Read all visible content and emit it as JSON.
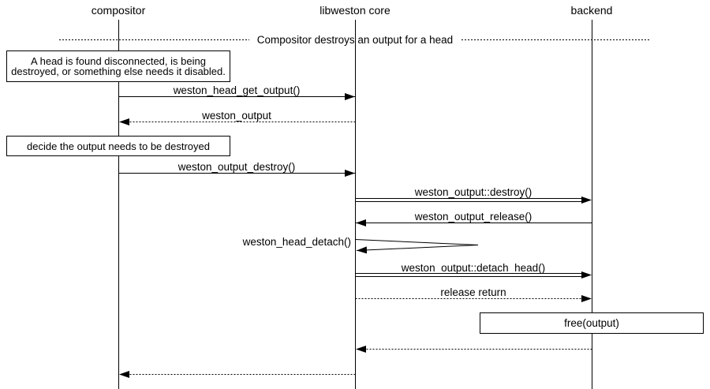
{
  "diagram": {
    "divider_label": "Compositor destroys an output for a head",
    "participants": [
      {
        "name": "compositor"
      },
      {
        "name": "libweston core"
      },
      {
        "name": "backend"
      }
    ],
    "notes": [
      {
        "text": "A head is found disconnected, is being destroyed, or something else needs it disabled."
      },
      {
        "text": "decide the output needs to be destroyed"
      }
    ],
    "messages": [
      {
        "label": "weston_head_get_output()",
        "from": "compositor",
        "to": "libweston core",
        "style": "solid"
      },
      {
        "label": "weston_output",
        "from": "libweston core",
        "to": "compositor",
        "style": "dotted"
      },
      {
        "label": "weston_output_destroy()",
        "from": "compositor",
        "to": "libweston core",
        "style": "solid"
      },
      {
        "label": "weston_output::destroy()",
        "from": "libweston core",
        "to": "backend",
        "style": "double"
      },
      {
        "label": "weston_output_release()",
        "from": "backend",
        "to": "libweston core",
        "style": "solid"
      },
      {
        "label": "weston_head_detach()",
        "from": "libweston core",
        "to": "libweston core",
        "style": "self"
      },
      {
        "label": "weston_output::detach_head()",
        "from": "libweston core",
        "to": "backend",
        "style": "double"
      },
      {
        "label": "release return",
        "from": "libweston core",
        "to": "backend",
        "style": "dotted"
      },
      {
        "label": "",
        "from": "backend",
        "to": "libweston core",
        "style": "dotted"
      },
      {
        "label": "",
        "from": "libweston core",
        "to": "compositor",
        "style": "dotted"
      }
    ],
    "action_box": {
      "text": "free(output)"
    },
    "colors": {
      "line": "#000000",
      "background": "#ffffff"
    }
  }
}
